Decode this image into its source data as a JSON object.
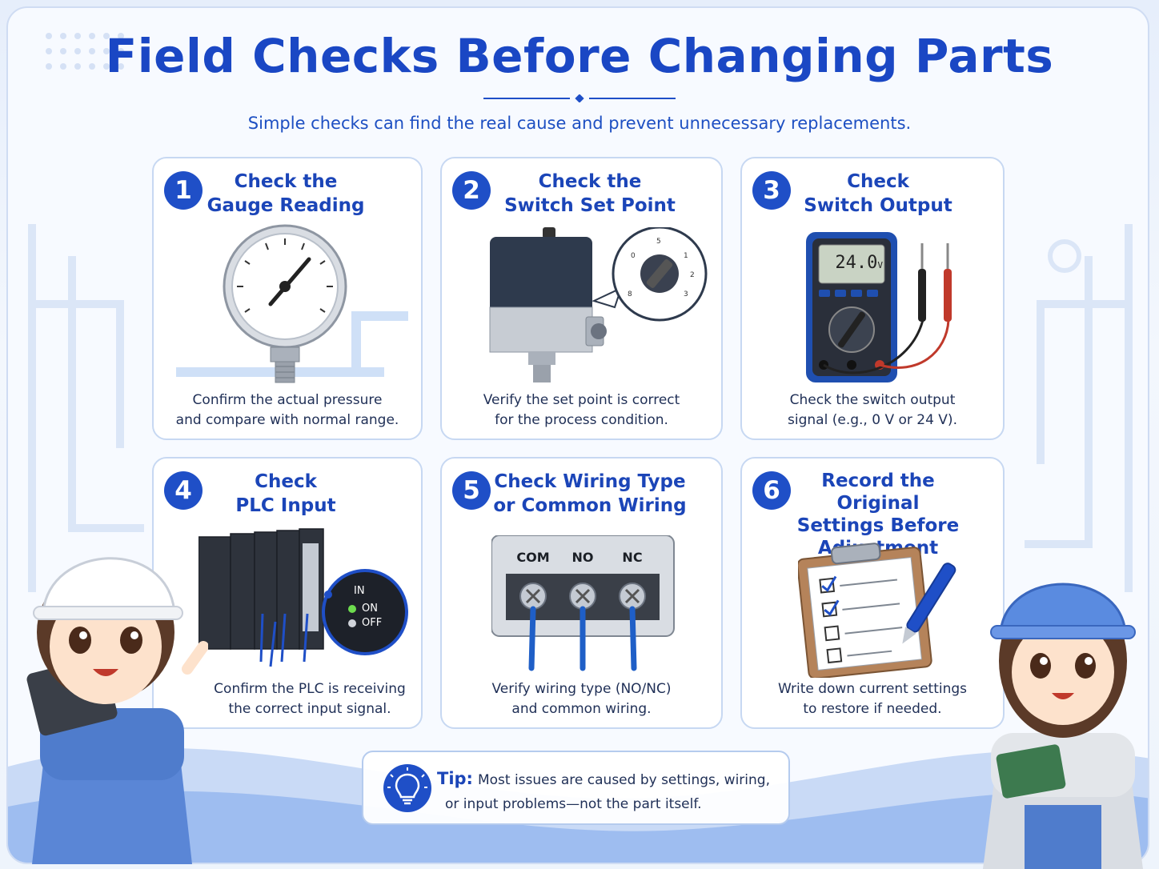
{
  "header": {
    "title": "Field Checks Before Changing Parts",
    "subtitle": "Simple checks can find the real cause and prevent unnecessary replacements."
  },
  "colors": {
    "primary": "#1f4fc7",
    "title": "#1a47c4",
    "text": "#1f2f56",
    "card_border": "#c7d8f2"
  },
  "cards": [
    {
      "number": "1",
      "title_line1": "Check the",
      "title_line2": "Gauge Reading",
      "desc_line1": "Confirm the actual pressure",
      "desc_line2": "and compare with normal range.",
      "icon": "pressure-gauge-icon"
    },
    {
      "number": "2",
      "title_line1": "Check the",
      "title_line2": "Switch Set Point",
      "desc_line1": "Verify the set point is correct",
      "desc_line2": "for the process condition.",
      "icon": "pressure-switch-icon"
    },
    {
      "number": "3",
      "title_line1": "Check",
      "title_line2": "Switch Output",
      "desc_line1": "Check the switch output",
      "desc_line2": "signal (e.g., 0 V or 24 V).",
      "icon": "multimeter-icon",
      "meter_reading": "24.0",
      "meter_unit": "V"
    },
    {
      "number": "4",
      "title_line1": "Check",
      "title_line2": "PLC Input",
      "desc_line1": "Confirm the PLC is receiving",
      "desc_line2": "the correct input signal.",
      "icon": "plc-icon",
      "inset_in": "IN",
      "inset_on": "ON",
      "inset_off": "OFF"
    },
    {
      "number": "5",
      "title_line1": "Check Wiring Type",
      "title_line2": "or Common Wiring",
      "desc_line1": "Verify wiring type (NO/NC)",
      "desc_line2": "and common wiring.",
      "icon": "terminal-block-icon",
      "terminals": [
        "COM",
        "NO",
        "NC"
      ]
    },
    {
      "number": "6",
      "title_line1": "Record the Original",
      "title_line2": "Settings Before",
      "title_line3": "Adjustment",
      "desc_line1": "Write down current settings",
      "desc_line2": "to restore if needed.",
      "icon": "clipboard-checklist-icon"
    }
  ],
  "tip": {
    "label": "Tip:",
    "line1": "Most issues are caused by settings, wiring,",
    "line2": "or input problems—not the part itself.",
    "icon": "lightbulb-icon"
  }
}
